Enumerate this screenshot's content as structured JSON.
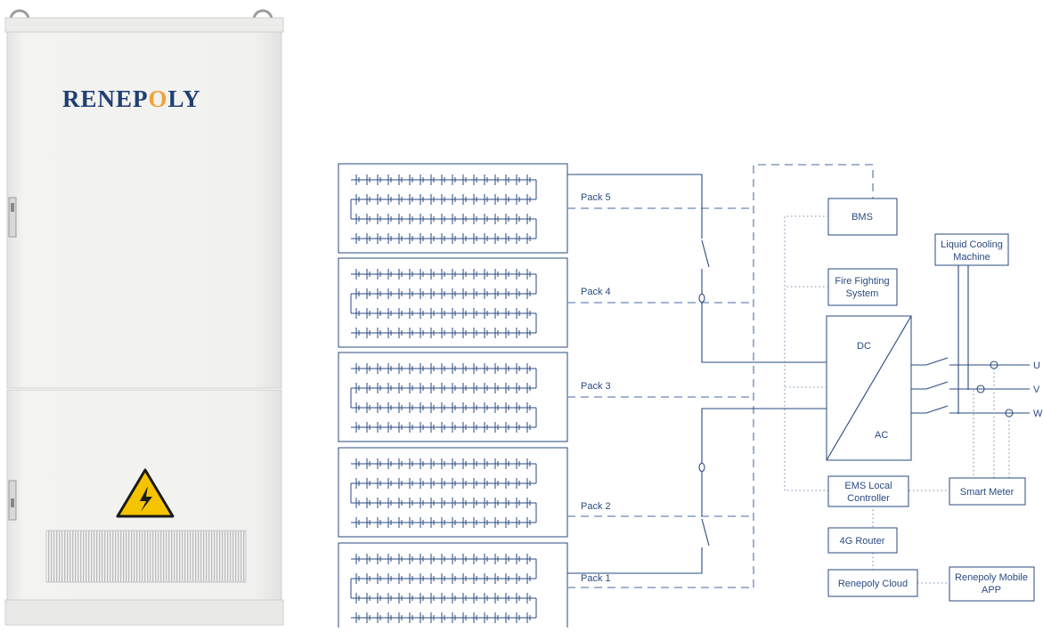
{
  "cabinet": {
    "brand_prefix": "RENEP",
    "brand_o": "O",
    "brand_suffix": "LY",
    "warning_icon": "high-voltage-warning-icon"
  },
  "diagram": {
    "packs": [
      "Pack 5",
      "Pack 4",
      "Pack 3",
      "Pack 2",
      "Pack 1"
    ],
    "bms": "BMS",
    "fire_line1": "Fire Fighting",
    "fire_line2": "System",
    "cooling_line1": "Liquid Cooling",
    "cooling_line2": "Machine",
    "dc": "DC",
    "ac": "AC",
    "phase_u": "U",
    "phase_v": "V",
    "phase_w": "W",
    "ems_line1": "EMS Local",
    "ems_line2": "Controller",
    "router": "4G Router",
    "cloud": "Renepoly Cloud",
    "meter": "Smart Meter",
    "app_line1": "Renepoly Mobile",
    "app_line2": "APP"
  },
  "colors": {
    "line": "#2a4a80",
    "brand": "#1f3f72",
    "accent": "#f0a23a",
    "warning": "#f5c400"
  }
}
